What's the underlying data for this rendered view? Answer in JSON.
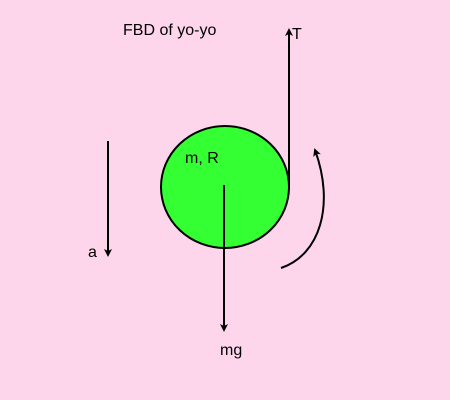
{
  "diagram": {
    "title": "FBD of yo-yo",
    "labels": {
      "tension": "T",
      "mass_radius": "m, R",
      "acceleration": "a",
      "weight": "mg"
    },
    "colors": {
      "background": "#fdd6ec",
      "disk_fill": "#33ff33",
      "stroke": "#000000"
    },
    "icons": [
      "tension-arrow-icon",
      "weight-arrow-icon",
      "acceleration-arrow-icon",
      "rotation-arrow-icon"
    ]
  }
}
